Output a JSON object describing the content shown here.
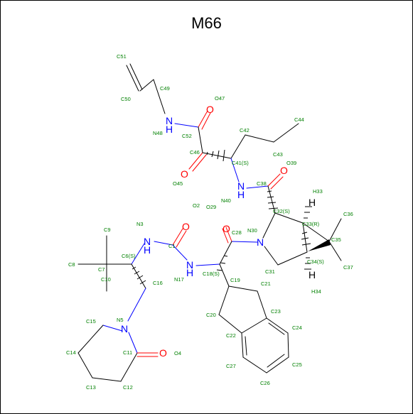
{
  "title": "M66",
  "colors": {
    "bond": "#000000",
    "nitrogen": "#0000ff",
    "oxygen": "#ff0000",
    "label": "#008000"
  },
  "atoms": {
    "N48": "N",
    "H48": "H",
    "O47": "O",
    "O45": "O",
    "N40": "N",
    "H40": "H",
    "O39": "O",
    "N3": "N",
    "H3": "H",
    "N17": "N",
    "H17": "H",
    "O2": "O",
    "O29": "O",
    "N30": "N",
    "N5": "N",
    "O4": "O",
    "H33": "H",
    "H34": "H"
  },
  "labels": {
    "C51": "C51",
    "C50": "C50",
    "C49": "C49",
    "N48": "N48",
    "O47": "O47",
    "C52": "C52",
    "C46": "C46",
    "O45": "O45",
    "C42": "C42",
    "C44": "C44",
    "C43": "C43",
    "O39": "O39",
    "C41": "C41(S)",
    "N40": "N40",
    "C38": "C38",
    "H33": "H33",
    "C32": "C32(S)",
    "C36": "C36",
    "C33": "C33(R)",
    "C35": "C35",
    "C37": "C37",
    "C34": "C34(S)",
    "H34": "H34",
    "C31": "C31",
    "N30": "N30",
    "O29": "O29",
    "O2": "O2",
    "N3": "N3",
    "C9": "C9",
    "C28": "C28",
    "C1": "C1",
    "C6": "C6(S)",
    "C8": "C8",
    "C7": "C7",
    "N17": "N17",
    "C18": "C18(S)",
    "C19": "C19",
    "C21": "C21",
    "C10": "C10",
    "C16": "C16",
    "C20": "C20",
    "C23": "C23",
    "C15": "C15",
    "N5": "N5",
    "C22": "C22",
    "C24": "C24",
    "C14": "C14",
    "C11": "C11",
    "O4": "O4",
    "C27": "C27",
    "C25": "C25",
    "C13": "C13",
    "C12": "C12",
    "C26": "C26"
  }
}
